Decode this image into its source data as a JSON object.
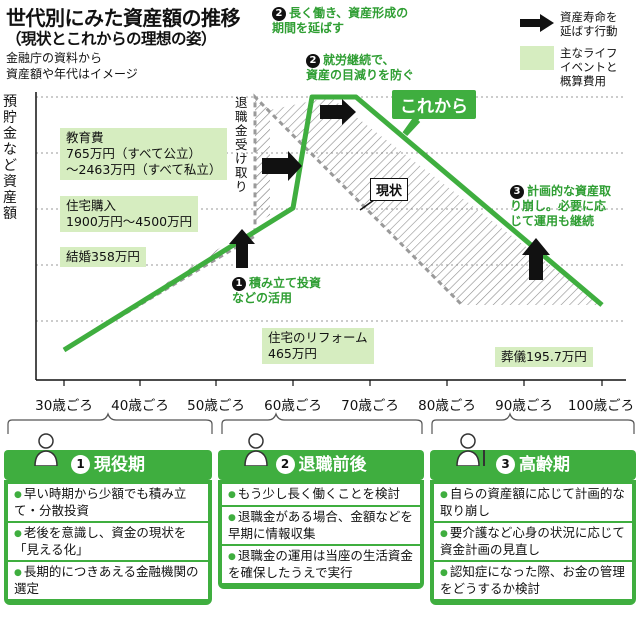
{
  "title": "世代別にみた資産額の推移",
  "subtitle": "（現状とこれからの理想の姿）",
  "source_note": "金融庁の資料から\n資産額や年代はイメージ",
  "legend": [
    {
      "label": "資産寿命を\n延ばす行動",
      "icon": "black-arrow-icon"
    },
    {
      "label": "主なライフ\nイベントと\n概算費用",
      "icon": "green-swatch-icon",
      "color": "#d6edc0"
    }
  ],
  "y_axis_label": "預貯金など資産額",
  "x_ticks": [
    "30歳ごろ",
    "40歳ごろ",
    "50歳ごろ",
    "60歳ごろ",
    "70歳ごろ",
    "80歳ごろ",
    "90歳ごろ",
    "100歳ごろ"
  ],
  "retirement_label": "退職金受け取り",
  "curves": {
    "future_label": "これから",
    "current_label": "現状",
    "future_color": "#3fae3f",
    "current_color": "#999999"
  },
  "notes": [
    {
      "num": "2",
      "text": "長く働き、資産形成の\n期間を延ばす"
    },
    {
      "num": "2",
      "text": "就労継続で、\n資産の目減りを防ぐ"
    },
    {
      "num": "1",
      "text": "積み立て投資\nなどの活用"
    },
    {
      "num": "3",
      "text": "計画的な資産取\nり崩し。必要に応\nじて運用も継続"
    }
  ],
  "events": [
    {
      "text": "教育費\n765万円（すべて公立）\n〜2463万円（すべて私立）"
    },
    {
      "text": "住宅購入\n1900万円〜4500万円"
    },
    {
      "text": "結婚358万円"
    },
    {
      "text": "住宅のリフォーム\n465万円"
    },
    {
      "text": "葬儀195.7万円"
    }
  ],
  "stages": [
    {
      "num": "1",
      "title": "現役期",
      "icon": "young-person-icon",
      "items": [
        "早い時期から少額でも積み立て・分散投資",
        "老後を意識し、資金の現状を「見える化」",
        "長期的につきあえる金融機関の選定"
      ]
    },
    {
      "num": "2",
      "title": "退職前後",
      "icon": "middle-aged-person-icon",
      "items": [
        "もう少し長く働くことを検討",
        "退職金がある場合、金額などを早期に情報収集",
        "退職金の運用は当座の生活資金を確保したうえで実行"
      ]
    },
    {
      "num": "3",
      "title": "高齢期",
      "icon": "elderly-person-icon",
      "items": [
        "自らの資産額に応じて計画的な取り崩し",
        "要介護など心身の状況に応じて資金計画の見直し",
        "認知症になった際、お金の管理をどうするか検討"
      ]
    }
  ]
}
